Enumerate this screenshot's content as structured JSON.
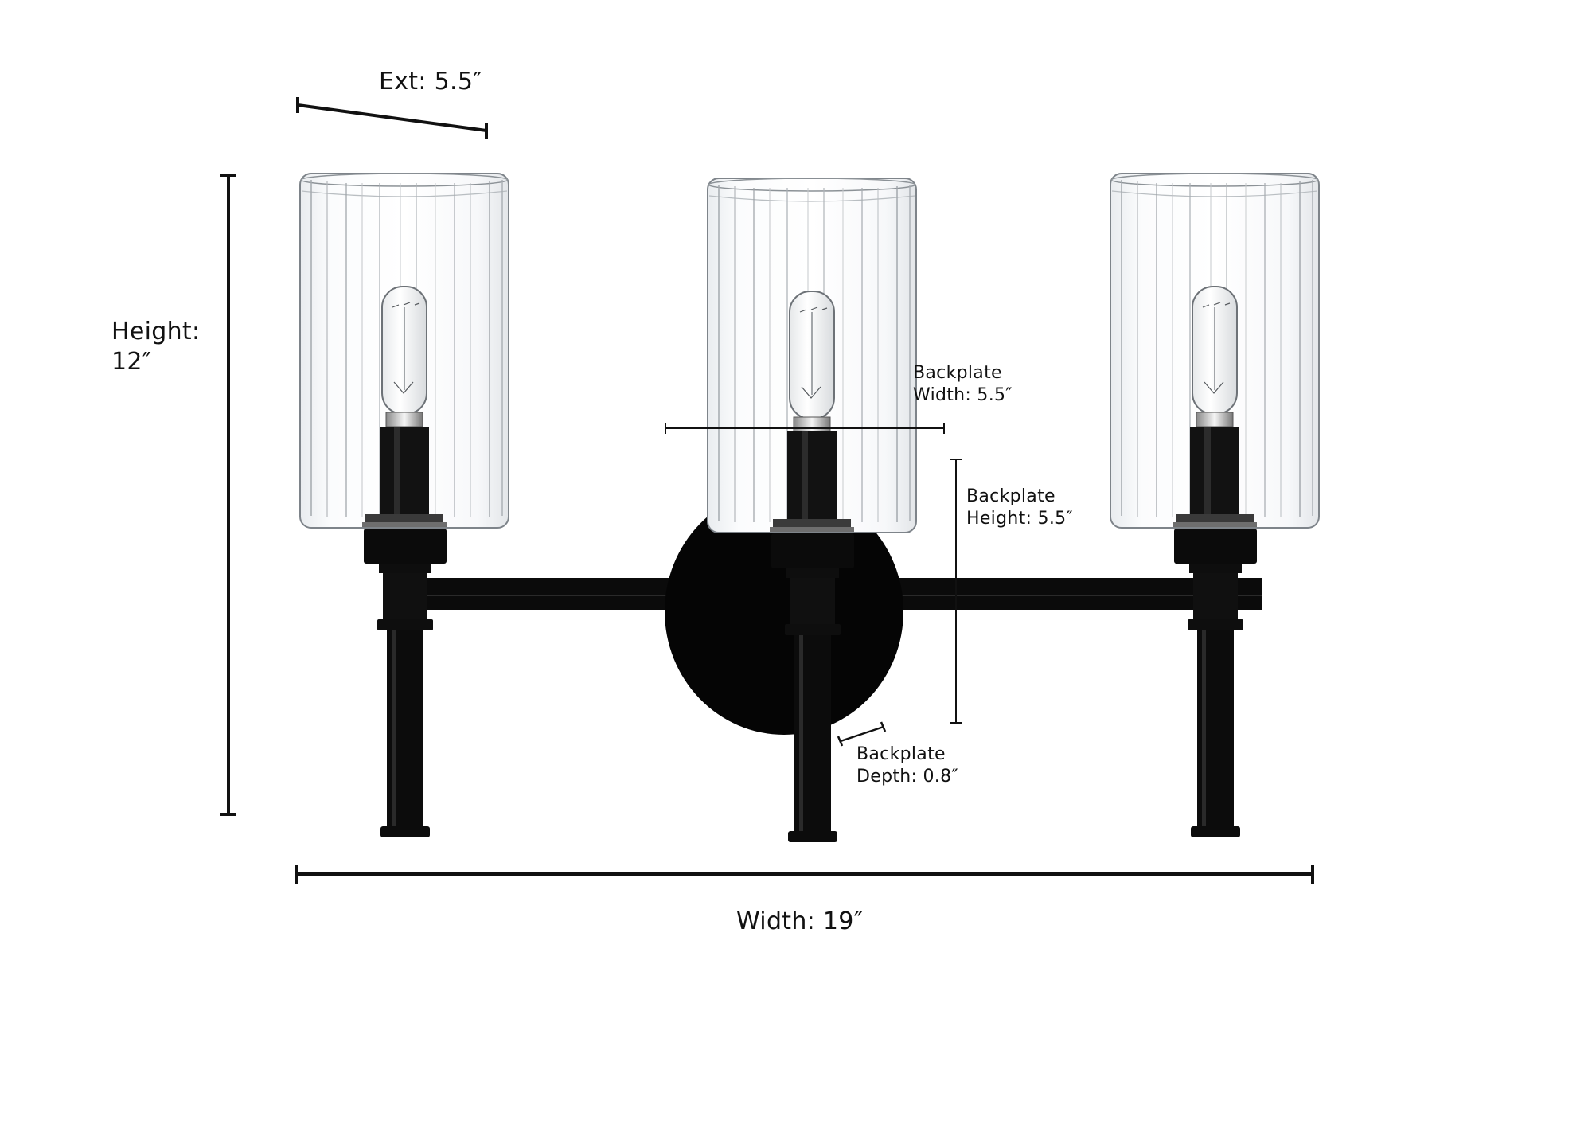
{
  "diagram": {
    "title": "Three-light vanity wall sconce dimensions",
    "colors": {
      "background": "#ffffff",
      "metal_finish": "#0a0a0a",
      "glass": "#f4f6f8",
      "glass_rib": "#9aa0a6",
      "dimension_line": "#111111",
      "text": "#111111"
    },
    "dimensions": {
      "extension": {
        "label": "Ext: 5.5″"
      },
      "height": {
        "line1": "Height:",
        "line2": "12″"
      },
      "backplate_width": {
        "line1": "Backplate",
        "line2": "Width: 5.5″"
      },
      "backplate_height": {
        "line1": "Backplate",
        "line2": "Height: 5.5″"
      },
      "backplate_depth": {
        "line1": "Backplate",
        "line2": "Depth: 0.8″"
      },
      "width": {
        "label": "Width: 19″"
      }
    },
    "fixture": {
      "lights": [
        {
          "name": "left-shade"
        },
        {
          "name": "center-shade"
        },
        {
          "name": "right-shade"
        }
      ],
      "backplate_shape": "round",
      "bulb_type": "tubular-filament",
      "shade_type": "clear-fluted-cylinder"
    }
  }
}
